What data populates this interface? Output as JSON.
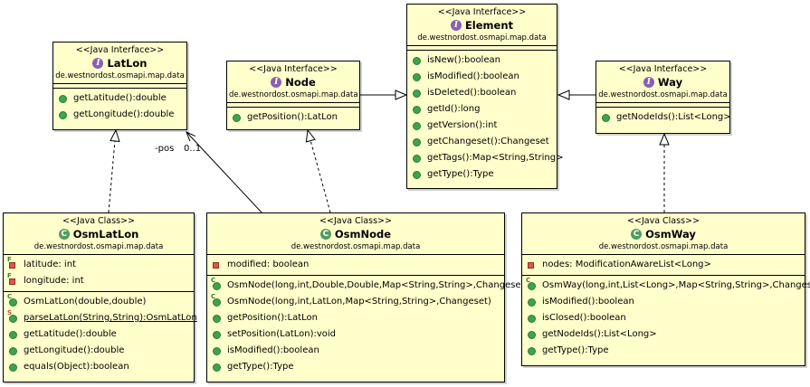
{
  "classes": {
    "element": {
      "stereotype": "<<Java Interface>>",
      "name": "Element",
      "kind": "interface",
      "package": "de.westnordost.osmapi.map.data",
      "fields": [],
      "methods": [
        "isNew():boolean",
        "isModified():boolean",
        "isDeleted():boolean",
        "getId():long",
        "getVersion():int",
        "getChangeset():Changeset",
        "getTags():Map<String,String>",
        "getType():Type"
      ]
    },
    "latlon": {
      "stereotype": "<<Java Interface>>",
      "name": "LatLon",
      "kind": "interface",
      "package": "de.westnordost.osmapi.map.data",
      "fields": [],
      "methods": [
        "getLatitude():double",
        "getLongitude():double"
      ]
    },
    "node": {
      "stereotype": "<<Java Interface>>",
      "name": "Node",
      "kind": "interface",
      "package": "de.westnordost.osmapi.map.data",
      "fields": [],
      "methods": [
        "getPosition():LatLon"
      ]
    },
    "way": {
      "stereotype": "<<Java Interface>>",
      "name": "Way",
      "kind": "interface",
      "package": "de.westnordost.osmapi.map.data",
      "fields": [],
      "methods": [
        "getNodeIds():List<Long>"
      ]
    },
    "osmlatlon": {
      "stereotype": "<<Java Class>>",
      "name": "OsmLatLon",
      "kind": "class",
      "package": "de.westnordost.osmapi.map.data",
      "fields": [
        "latitude: int",
        "longitude: int"
      ],
      "methods": [
        "OsmLatLon(double,double)",
        "parseLatLon(String,String):OsmLatLon",
        "getLatitude():double",
        "getLongitude():double",
        "equals(Object):boolean"
      ]
    },
    "osmnode": {
      "stereotype": "<<Java Class>>",
      "name": "OsmNode",
      "kind": "class",
      "package": "de.westnordost.osmapi.map.data",
      "fields": [
        "modified: boolean"
      ],
      "methods": [
        "OsmNode(long,int,Double,Double,Map<String,String>,Changeset)",
        "OsmNode(long,int,LatLon,Map<String,String>,Changeset)",
        "getPosition():LatLon",
        "setPosition(LatLon):void",
        "isModified():boolean",
        "getType():Type"
      ]
    },
    "osmway": {
      "stereotype": "<<Java Class>>",
      "name": "OsmWay",
      "kind": "class",
      "package": "de.westnordost.osmapi.map.data",
      "fields": [
        "nodes: ModificationAwareList<Long>"
      ],
      "methods": [
        "OsmWay(long,int,List<Long>,Map<String,String>,Changeset)",
        "isModified():boolean",
        "isClosed():boolean",
        "getNodeIds():List<Long>",
        "getType():Type"
      ]
    }
  },
  "edge_labels": {
    "pos_role": "-pos",
    "pos_multiplicity": "0..1"
  },
  "colors": {
    "box_fill": "#ffffcc",
    "interface_badge": "#8a5fb3",
    "class_badge": "#4f9d5d",
    "method_dot": "#3fa34d",
    "field_square": "#d85a4a"
  }
}
